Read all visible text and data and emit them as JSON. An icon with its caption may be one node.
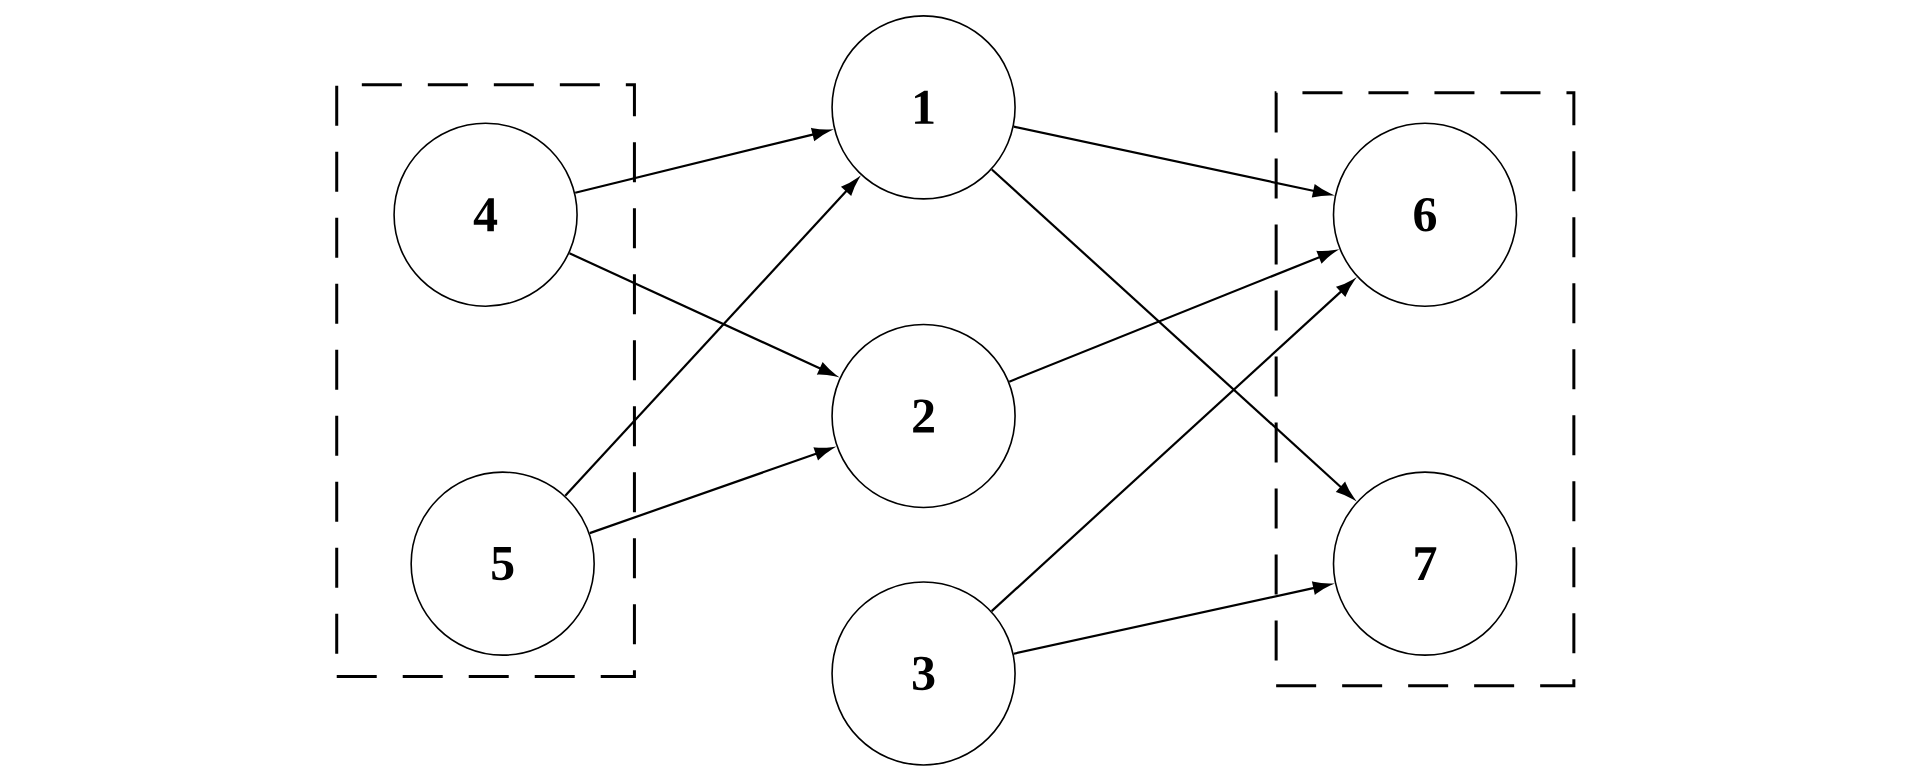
{
  "diagram": {
    "nodes": [
      {
        "text": [],
        "shape": "box"
      },
      {
        "text": [
          "4"
        ],
        "in": 0
      },
      {
        "text": [
          "5"
        ],
        "in": 0
      },
      {
        "text": [
          "1"
        ]
      },
      {
        "text": [
          "2"
        ]
      },
      {
        "text": [
          "3"
        ]
      },
      {
        "text": [],
        "shape": "box"
      },
      {
        "text": [
          "6"
        ],
        "in": 6
      },
      {
        "text": [
          "7"
        ],
        "in": 6
      }
    ],
    "edges": [
      {
        "from": 1,
        "to": 3,
        "arrow": "to"
      },
      {
        "from": 1,
        "to": 4,
        "arrow": "to"
      },
      {
        "from": 2,
        "to": 3,
        "arrow": "to"
      },
      {
        "from": 2,
        "to": 4,
        "arrow": "to"
      },
      {
        "from": 3,
        "to": 7,
        "arrow": "to"
      },
      {
        "from": 3,
        "to": 8,
        "arrow": "to"
      },
      {
        "from": 4,
        "to": 7,
        "arrow": "to"
      },
      {
        "from": 5,
        "to": 7,
        "arrow": "to"
      },
      {
        "from": 5,
        "to": 8,
        "arrow": "to"
      }
    ]
  }
}
